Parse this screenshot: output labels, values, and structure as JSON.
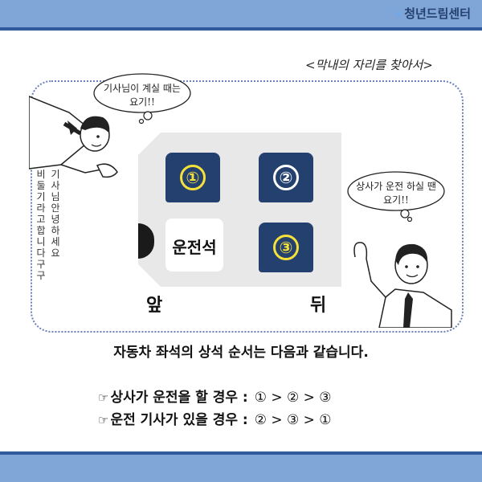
{
  "brand": {
    "name": "청년드림센터"
  },
  "subtitle": "<막내의 자리를 찾아서>",
  "bubble_left": {
    "line1": "기사님이 계실 때는",
    "line2": "요기!!"
  },
  "bubble_right": {
    "line1": "상사가 운전 하실 땐",
    "line2": "요기!!"
  },
  "speech_vertical": {
    "col1": "기사님안녕하세요",
    "col2": "비둘기라고합니다구구"
  },
  "car": {
    "seat1": "①",
    "seat2": "②",
    "seat3": "③",
    "driver_label": "운전석",
    "front_label": "앞",
    "back_label": "뒤"
  },
  "summary": "자동차 좌석의 상석 순서는 다음과 같습니다.",
  "rules": [
    {
      "label": "상사가 운전을 할 경우 :",
      "order": "① > ② > ③"
    },
    {
      "label": "운전 기사가 있을 경우 :",
      "order": "② > ③ > ①"
    }
  ],
  "icons": {
    "pointer": "pointing-hand-icon",
    "brand_mark": "bird-icon"
  },
  "colors": {
    "bar": "#7fa6d6",
    "bar_line": "#2f5a9c",
    "seat": "#24406f",
    "highlight": "#f5e13a"
  }
}
